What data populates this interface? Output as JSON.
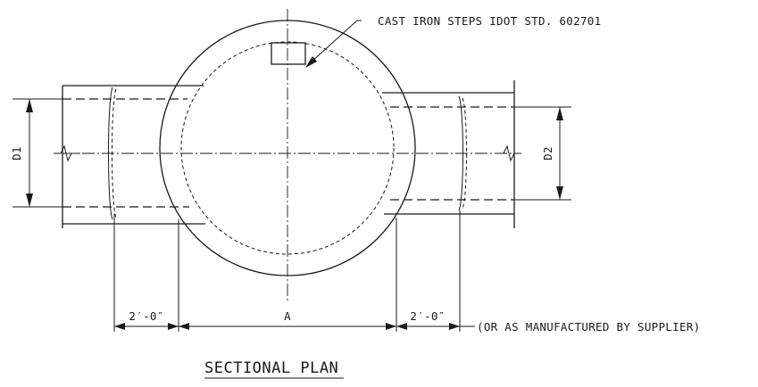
{
  "callout": {
    "cast_iron_steps": "CAST IRON STEPS IDOT STD. 602701"
  },
  "dimensions": {
    "d1": "D1",
    "d2": "D2",
    "left_offset": "2′-0″",
    "right_offset": "2′-0″",
    "diameter": "A",
    "note": "(OR AS MANUFACTURED BY SUPPLIER)"
  },
  "title": "SECTIONAL PLAN"
}
